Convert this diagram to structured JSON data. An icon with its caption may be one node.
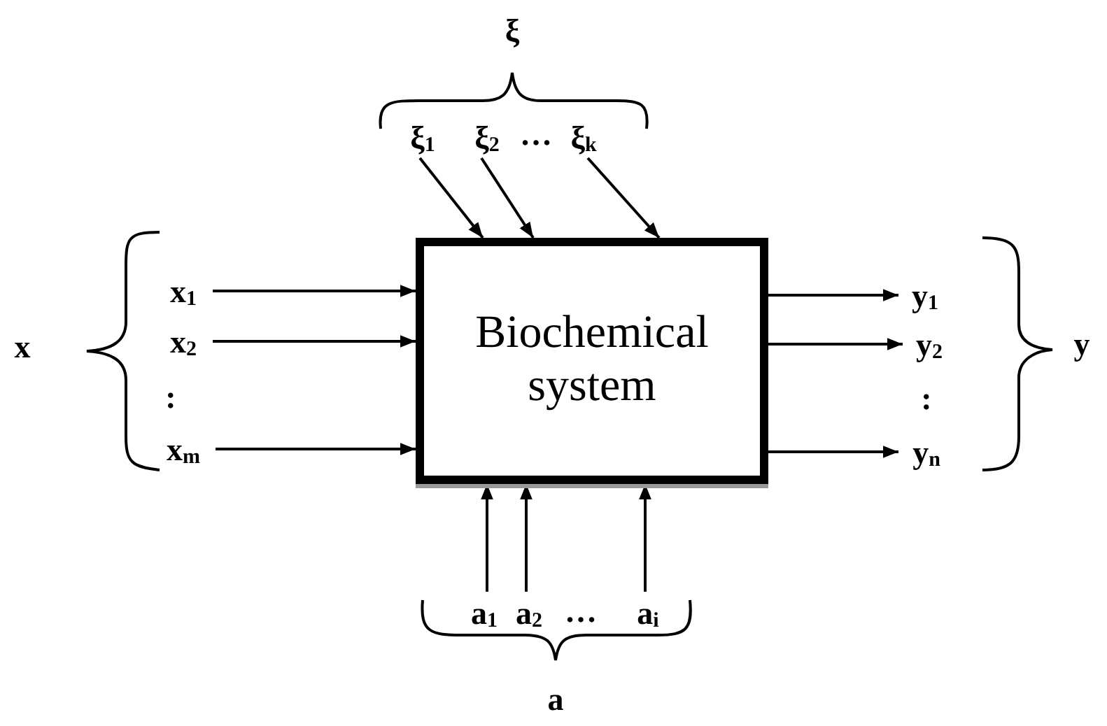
{
  "diagram": {
    "nodes": [
      {
        "text": [
          "ξ$_{1}$"
        ]
      },
      {
        "text": [
          "ξ$_{2}$"
        ]
      },
      {
        "text": [
          "ξ$_{k}$"
        ]
      },
      {
        "text": [
          "x$_{1}$"
        ]
      },
      {
        "text": [
          "x$_{2}$"
        ]
      },
      {
        "text": [
          "x$_{m}$"
        ]
      },
      {
        "text": [
          "Biochemical system"
        ]
      },
      {
        "text": [
          "y$_{1}$"
        ]
      },
      {
        "text": [
          "y$_{2}$"
        ]
      },
      {
        "text": [
          "y$_{n}$"
        ]
      },
      {
        "text": [
          "a$_{1}$"
        ]
      },
      {
        "text": [
          "a$_{2}$"
        ]
      },
      {
        "text": [
          "a$_{i}$"
        ]
      }
    ],
    "edges": [
      {
        "from": 0,
        "to": 6,
        "arrow": "to"
      },
      {
        "from": 1,
        "to": 6,
        "arrow": "to"
      },
      {
        "from": 2,
        "to": 6,
        "arrow": "to"
      },
      {
        "from": 3,
        "to": 6,
        "arrow": "to"
      },
      {
        "from": 4,
        "to": 6,
        "arrow": "to"
      },
      {
        "from": 5,
        "to": 6,
        "arrow": "to"
      },
      {
        "from": 6,
        "to": 7,
        "arrow": "to"
      },
      {
        "from": 6,
        "to": 8,
        "arrow": "to"
      },
      {
        "from": 6,
        "to": 9,
        "arrow": "to"
      },
      {
        "from": 10,
        "to": 6,
        "arrow": "to"
      },
      {
        "from": 11,
        "to": 6,
        "arrow": "to"
      },
      {
        "from": 12,
        "to": 6,
        "arrow": "to"
      }
    ],
    "labels": [
      "ξ",
      "…",
      "x",
      "y",
      ":",
      ":",
      "…",
      "a"
    ]
  }
}
